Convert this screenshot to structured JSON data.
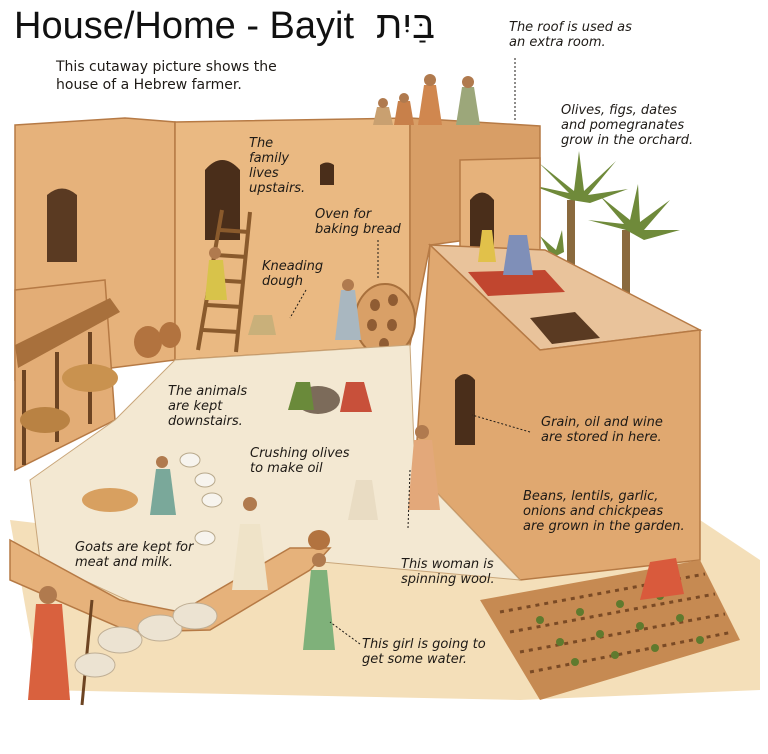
{
  "header": {
    "title": "House/Home - Bayit",
    "hebrew": "בַּיִת",
    "intro": "This cutaway picture shows the house of a Hebrew farmer."
  },
  "labels": {
    "roof": "The roof is used as\nan extra room.",
    "orchard": "Olives, figs, dates\nand pomegranates\ngrow in the orchard.",
    "family": "The\nfamily\nlives\nupstairs.",
    "oven": "Oven for\nbaking bread",
    "kneading": "Kneading\ndough",
    "animals": "The animals\nare kept\ndownstairs.",
    "crushing": "Crushing olives\nto make oil",
    "grain": "Grain, oil and wine\nare stored in here.",
    "garden": "Beans, lentils, garlic,\nonions and chickpeas\nare grown in the garden.",
    "goats": "Goats are kept for\nmeat and milk.",
    "spinning": "This woman is\nspinning wool.",
    "water": "This girl is going to\nget some water."
  },
  "colors": {
    "wall": "#e6b27b",
    "wall_shadow": "#c98f5a",
    "wall_dark": "#b67a45",
    "courtyard": "#f3e8d2",
    "ground": "#f4dfb9",
    "palm": "#6f8a3a",
    "garden_soil": "#a86a3c",
    "rug": "#c1462f",
    "text": "#1e1a16"
  }
}
